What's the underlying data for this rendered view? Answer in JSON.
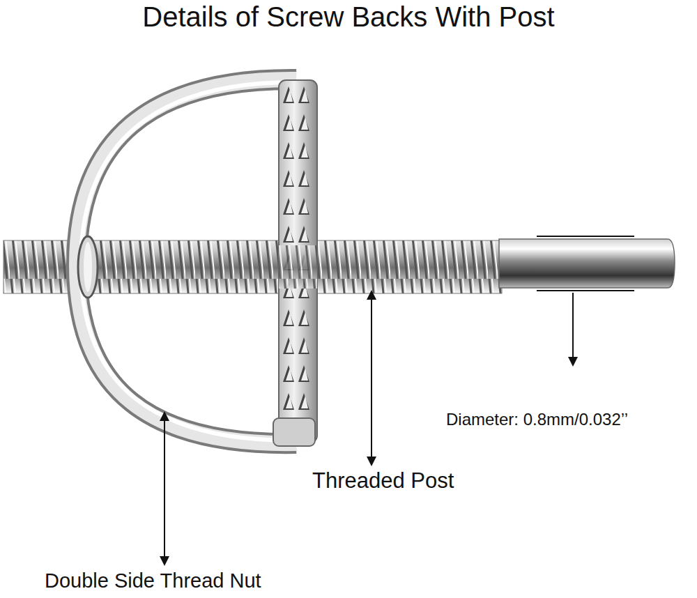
{
  "diagram": {
    "title": "Details of Screw Backs With Post",
    "labels": [
      "Diameter: 0.8mm/0.032’’",
      "Threaded Post",
      "Double Side Thread Nut"
    ]
  }
}
